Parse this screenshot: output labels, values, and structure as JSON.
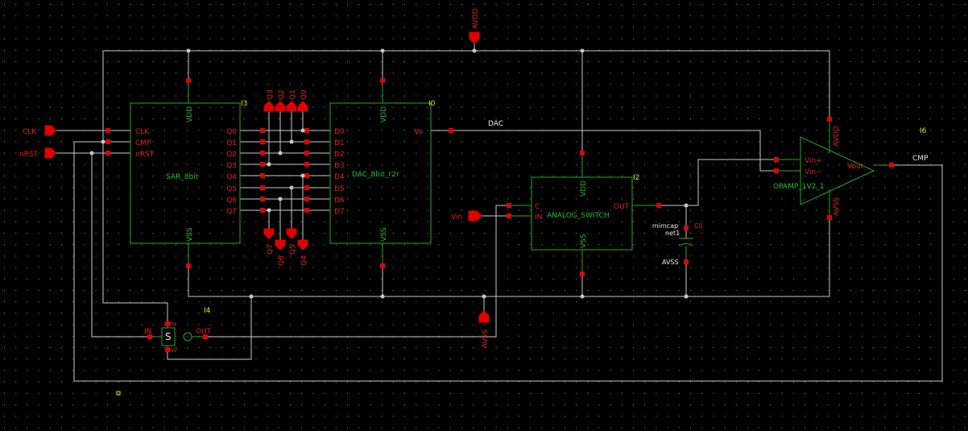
{
  "colors": {
    "background": "#000000",
    "grid_dot": "#8a8a8a",
    "wire": "#c8c8c8",
    "pin": "#e00000",
    "body": "#28a828",
    "label_green": "#22c022",
    "label_red": "#e02020",
    "label_yellow": "#e8e800",
    "label_white": "#e8e8e8"
  },
  "io_pins": {
    "clk": "CLK",
    "nrst": "nRST",
    "vin": "Vin",
    "avdd": "AVDD",
    "avss": "AVSS"
  },
  "sar": {
    "name": "SAR_8bit",
    "instance": "I3",
    "vdd": "VDD",
    "vss": "VSS",
    "inputs": [
      "CLK",
      "CMP",
      "nRST"
    ],
    "outputs": [
      "Q0",
      "Q1",
      "Q2",
      "Q3",
      "Q4",
      "Q5",
      "Q6",
      "Q7"
    ]
  },
  "dac": {
    "name": "DAC_8bit_r2r",
    "instance": "I0",
    "vdd": "VDD",
    "vss": "VSS",
    "inputs": [
      "D0",
      "D1",
      "D2",
      "D3",
      "D4",
      "D5",
      "D6",
      "D7"
    ],
    "output": "Vo"
  },
  "bus_pins": {
    "top": [
      "Q3",
      "Q2",
      "Q1",
      "Q0"
    ],
    "bottom": [
      "Q7",
      "Q6",
      "Q5",
      "Q4"
    ]
  },
  "net_dac": "DAC",
  "net_cmp": "CMP",
  "switch": {
    "name": "ANALOG_SWITCH",
    "instance": "I2",
    "vdd": "VDD",
    "vss": "VSS",
    "pin_c": "C",
    "pin_in": "IN",
    "pin_out": "OUT"
  },
  "cap": {
    "model": "mimcap",
    "net": "net1",
    "instance": "C0"
  },
  "opamp": {
    "name": "OPAMP_1V2_1",
    "instance": "I6",
    "vinp": "Vin+",
    "vinm": "Vin−",
    "vout": "Vout",
    "avdd": "AVDD",
    "avss": "AVSS"
  },
  "inverter": {
    "instance": "I4",
    "in": "IN",
    "out": "OUT",
    "pwr": "PV",
    "gnd": "NV",
    "symbol": "S"
  }
}
